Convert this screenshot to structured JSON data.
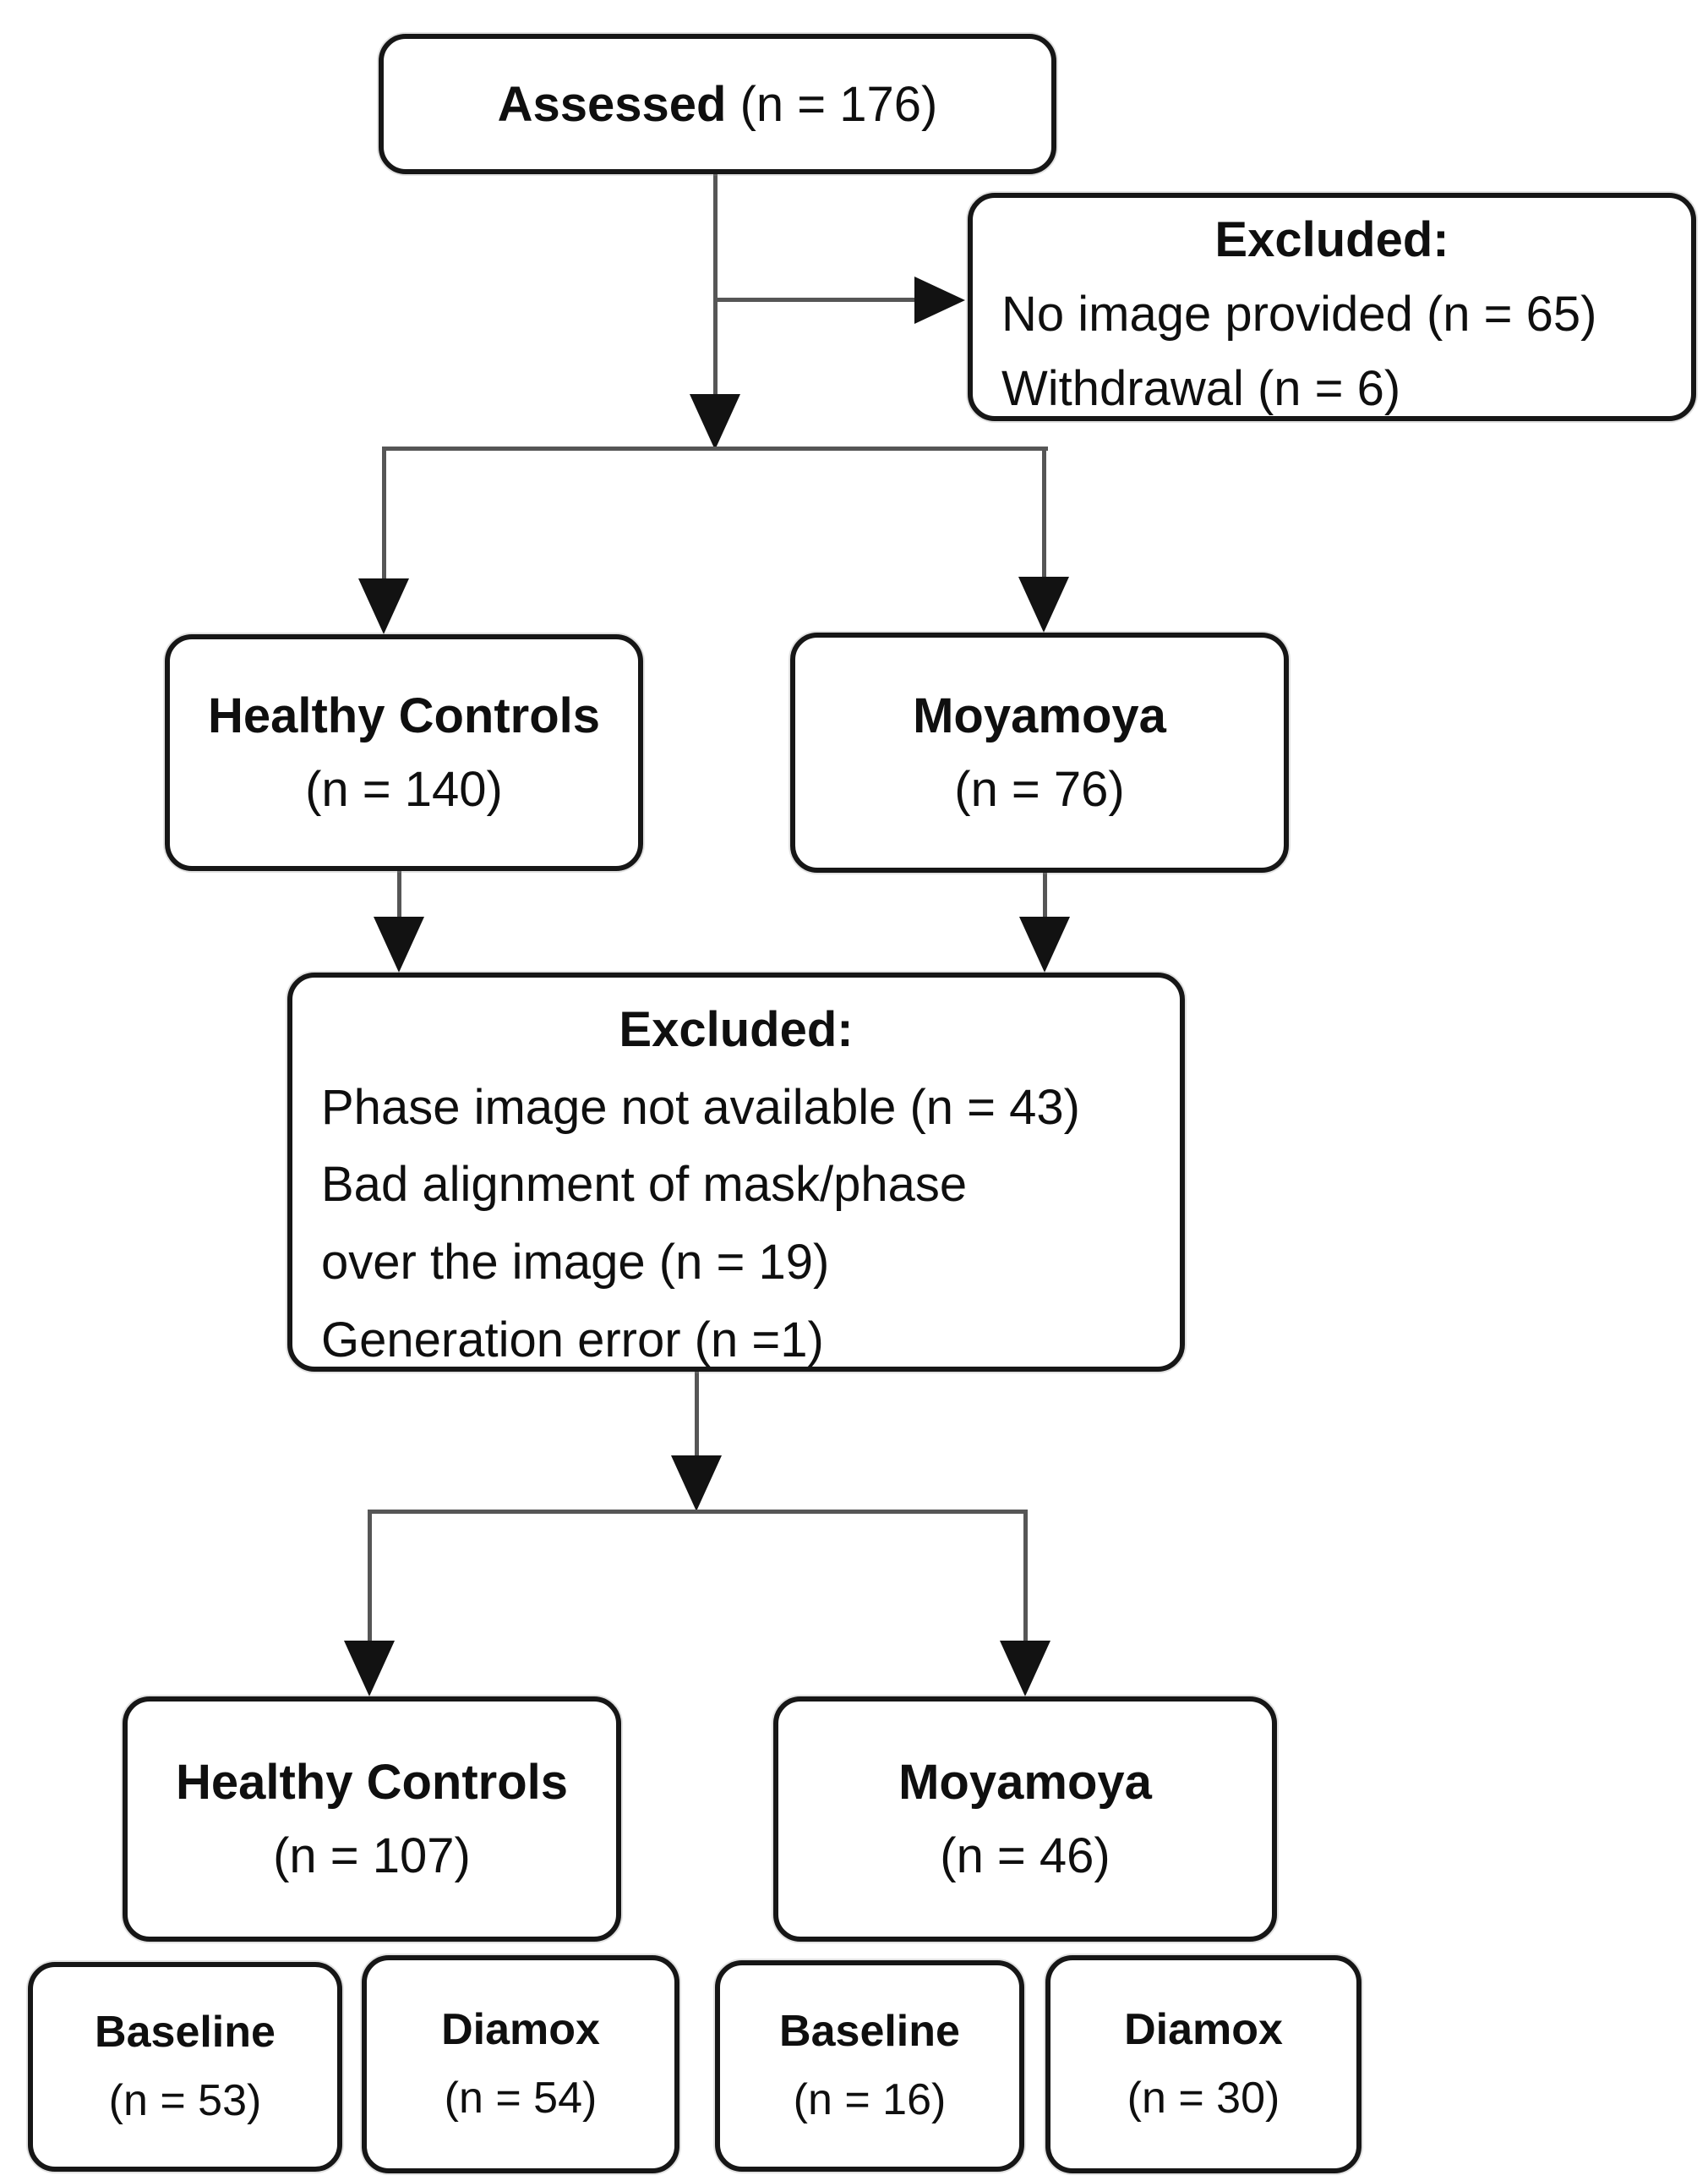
{
  "colors": {
    "background": "#ffffff",
    "box_border": "#161616",
    "connector": "#565656",
    "text": "#0f0f0f"
  },
  "boxes": {
    "assessed": {
      "title": "Assessed",
      "n": "(n = 176)"
    },
    "excluded_top": {
      "title": "Excluded:",
      "lines": [
        "No image provided (n = 65)",
        "Withdrawal (n = 6)"
      ]
    },
    "hc_140": {
      "title": "Healthy Controls",
      "n": "(n = 140)"
    },
    "mm_76": {
      "title": "Moyamoya",
      "n": "(n = 76)"
    },
    "excluded_mid": {
      "title": "Excluded:",
      "lines": [
        "Phase image not available (n = 43)",
        "Bad alignment of mask/phase",
        "over the image (n = 19)",
        "Generation error (n =1)"
      ]
    },
    "hc_107": {
      "title": "Healthy Controls",
      "n": "(n = 107)"
    },
    "mm_46": {
      "title": "Moyamoya",
      "n": "(n = 46)"
    },
    "baseline_hc": {
      "title": "Baseline",
      "n": "(n = 53)"
    },
    "diamox_hc": {
      "title": "Diamox",
      "n": "(n = 54)"
    },
    "baseline_mm": {
      "title": "Baseline",
      "n": "(n = 16)"
    },
    "diamox_mm": {
      "title": "Diamox",
      "n": "(n = 30)"
    }
  }
}
